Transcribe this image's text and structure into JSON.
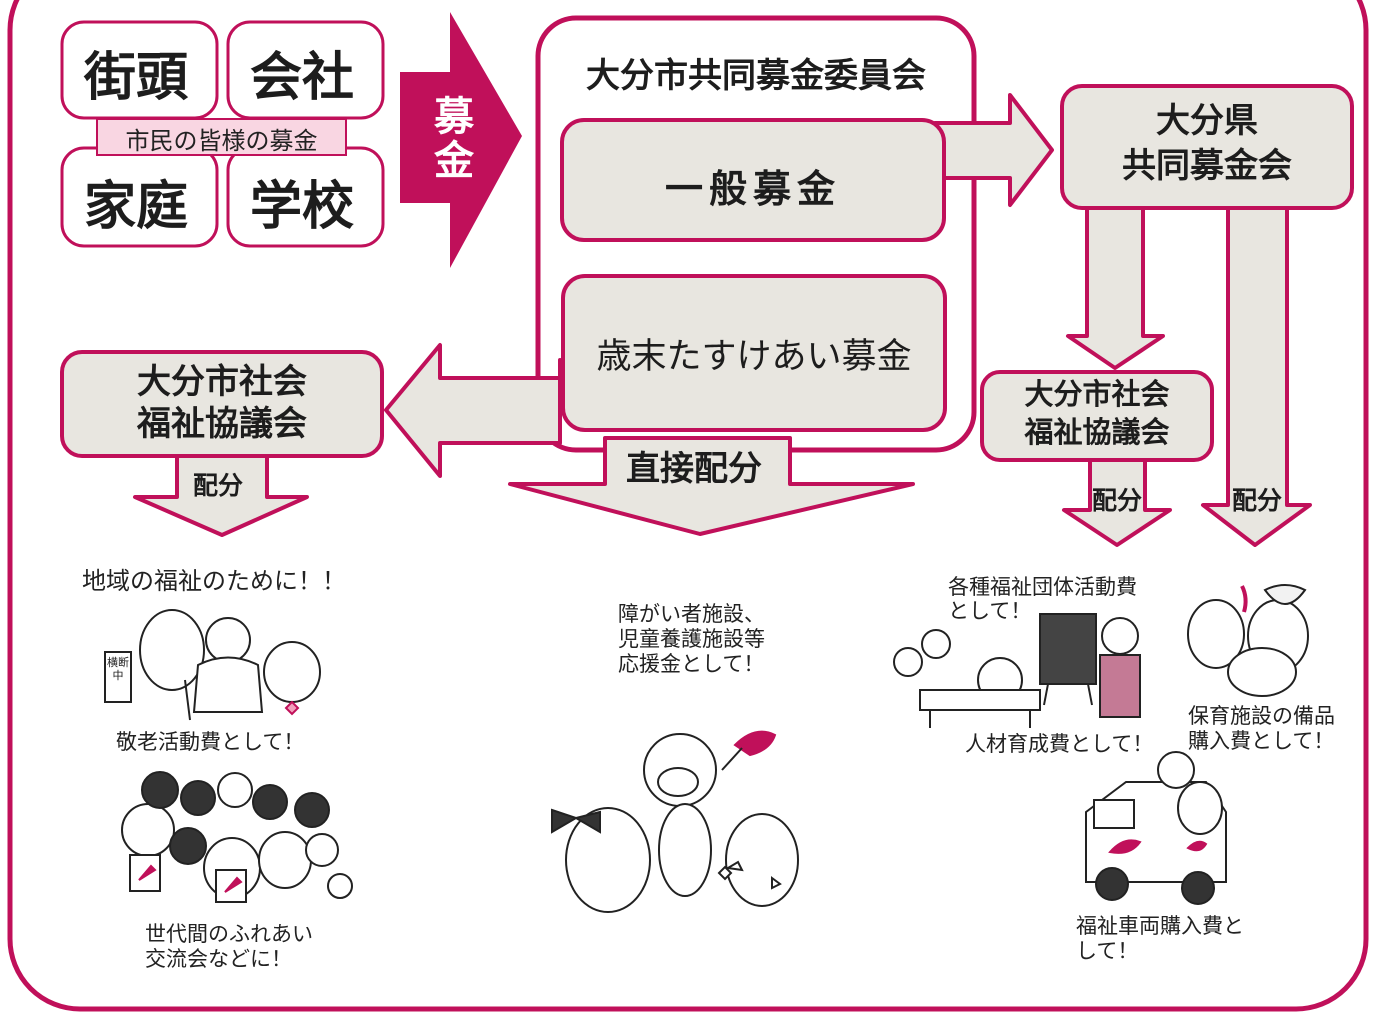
{
  "colors": {
    "magenta": "#c0105a",
    "box_fill": "#e8e6e0",
    "label_fill": "#f9d6e2",
    "paper": "#ffffff"
  },
  "sources": {
    "items": [
      "街頭",
      "会社",
      "家庭",
      "学校"
    ],
    "label": "市民の皆様の募金"
  },
  "donation_arrow_label": "募金",
  "committee": {
    "title": "大分市共同募金委員会",
    "general_fund": "一般募金",
    "year_end_fund": "歳末たすけあい募金"
  },
  "prefecture": {
    "line1": "大分県",
    "line2": "共同募金会"
  },
  "council_left": {
    "line1": "大分市社会",
    "line2": "福祉協議会"
  },
  "council_right": {
    "line1": "大分市社会",
    "line2": "福祉協議会"
  },
  "direct_allocation": "直接配分",
  "allocation_label": "配分",
  "captions": {
    "community_welfare": "地域の福祉のために！！",
    "elderly": "敬老活動費として！",
    "intergen_line1": "世代間のふれあい",
    "intergen_line2": "交流会などに！",
    "facilities_line1": "障がい者施設、",
    "facilities_line2": "児童養護施設等",
    "facilities_line3": "応援金として！",
    "groups_line1": "各種福祉団体活動費",
    "groups_line2": "として！",
    "training": "人材育成費として！",
    "nursery_line1": "保育施設の備品",
    "nursery_line2": "購入費として！",
    "vehicle_line1": "福祉車両購入費と",
    "vehicle_line2": "して！"
  },
  "illustration_signs": {
    "crosswalk": "横断中"
  },
  "icons": {
    "donation": "arrow-right-icon",
    "allocation": "arrow-down-icon",
    "feather": "red-feather-icon"
  }
}
